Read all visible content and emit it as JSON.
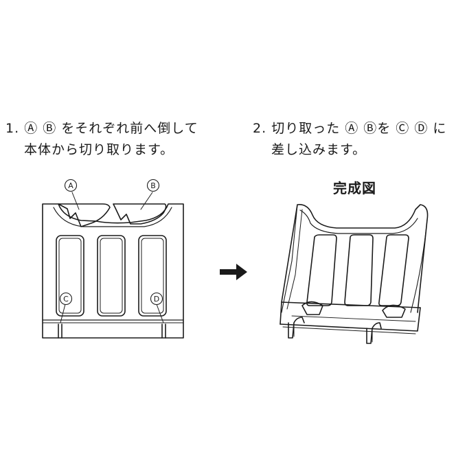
{
  "steps": [
    {
      "number": "1.",
      "line1": "Ⓐ Ⓑ をそれぞれ前へ倒して",
      "line2": "本体から切り取ります。"
    },
    {
      "number": "2.",
      "line1": "切り取った Ⓐ Ⓑを Ⓒ Ⓓ に",
      "line2": "差し込みます。"
    }
  ],
  "result_title": "完成図",
  "part_labels": {
    "a": "A",
    "b": "B",
    "c": "C",
    "d": "D"
  }
}
